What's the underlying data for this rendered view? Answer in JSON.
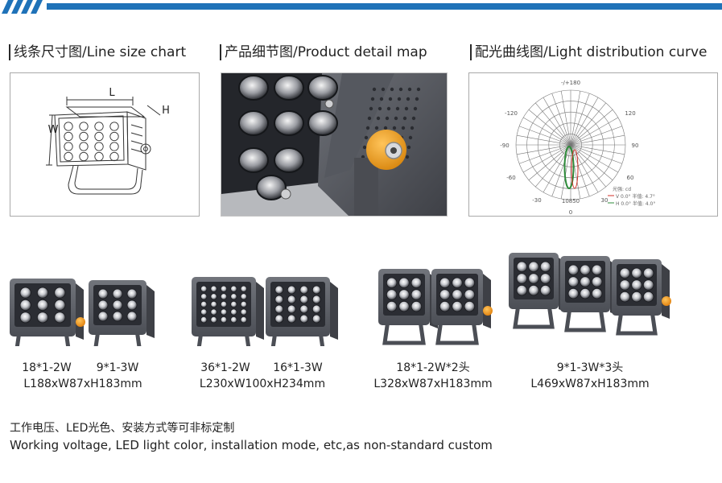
{
  "sections": {
    "line_size": "线条尺寸图/Line size chart",
    "product_detail": "产品细节图/Product detail map",
    "light_curve": "配光曲线图/Light distribution curve"
  },
  "dimension_labels": {
    "length": "L",
    "width": "W",
    "height": "H"
  },
  "polar": {
    "angles_left": [
      "-/+180",
      "-120",
      "-90",
      "-60",
      "-30"
    ],
    "angles_right": [
      "120",
      "90",
      "60",
      "30"
    ],
    "bottom_zero": "0",
    "scale_value": "10850",
    "legend_title": "光强: cd",
    "legend_v": "V 0.0°  半值: 4.7°",
    "legend_h": "H 0.0°  半值: 4.0°"
  },
  "products": [
    {
      "spec_a": "18*1-2W",
      "spec_b": "9*1-3W",
      "size": "L188xW87xH183mm"
    },
    {
      "spec_a": "36*1-2W",
      "spec_b": "16*1-3W",
      "size": "L230xW100xH234mm"
    },
    {
      "spec": "18*1-2W*2头",
      "size": "L328xW87xH183mm"
    },
    {
      "spec": "9*1-3W*3头",
      "size": "L469xW87xH183mm"
    }
  ],
  "footer": {
    "cn": "工作电压、LED光色、安装方式等可非标定制",
    "en": "Working voltage, LED light color, installation mode, etc,as non-standard custom"
  },
  "colors": {
    "brand_blue": "#1f72b8",
    "housing_gray": "#5c5f66",
    "lens_dark": "#2b2d33",
    "knob_orange": "#f0a020",
    "curve_green": "#2e8b3a",
    "curve_red": "#d0302a"
  }
}
